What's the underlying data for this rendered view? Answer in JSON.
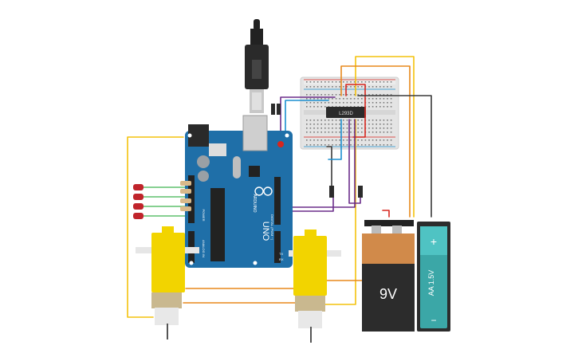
{
  "ic": {
    "label": "L293D"
  },
  "arduino": {
    "brand": "ARDUINO",
    "model": "UNO",
    "power_label": "POWER",
    "digital_label": "DIGITAL (PWM ~)",
    "analog_label": "ANALOG IN",
    "tx": "TX",
    "rx": "RX"
  },
  "battery_9v": {
    "label": "9V"
  },
  "battery_aa": {
    "label": "AA 1.5V",
    "plus": "+",
    "minus": "−"
  },
  "colors": {
    "wire_yellow": "#f4c20d",
    "wire_orange": "#e8891c",
    "wire_red": "#d7261e",
    "wire_blue": "#1b8fd0",
    "wire_purple": "#6b2d8a",
    "wire_green": "#3fb34f",
    "wire_dark": "#3a3a3a",
    "arduino_board": "#1f6fa8",
    "motor_yellow": "#f2d400",
    "battery_9v_top": "#d18a4a",
    "battery_aa_teal": "#3ba7a7"
  }
}
